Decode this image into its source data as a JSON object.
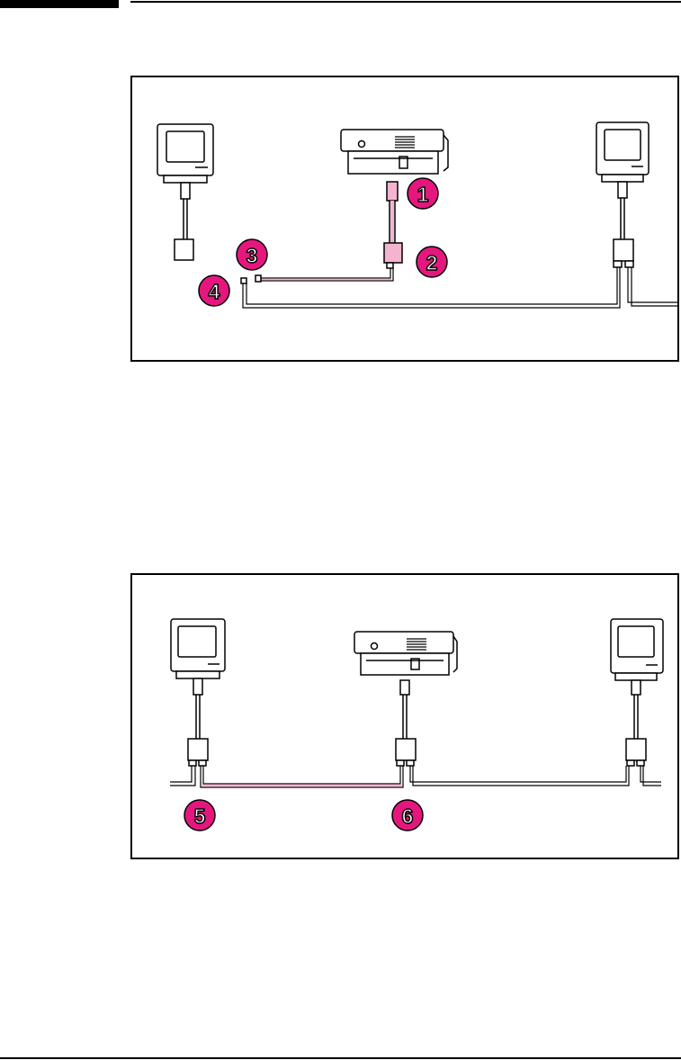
{
  "colors": {
    "accent": "#e5177f",
    "cable_highlight": "#f4b4d0",
    "line": "#000000"
  },
  "figures": [
    {
      "callouts": [
        {
          "label": "1"
        },
        {
          "label": "2"
        },
        {
          "label": "3"
        },
        {
          "label": "4"
        }
      ]
    },
    {
      "callouts": [
        {
          "label": "5"
        },
        {
          "label": "6"
        }
      ]
    }
  ]
}
